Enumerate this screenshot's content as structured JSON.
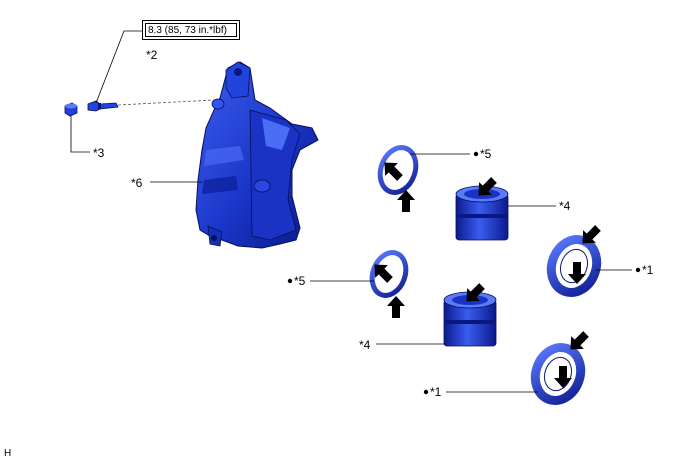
{
  "torque_spec": "8.3 (85, 73 in.*lbf)",
  "labels": {
    "c1a": "*1",
    "c1b": "*1",
    "c2": "*2",
    "c3": "*3",
    "c4a": "*4",
    "c4b": "*4",
    "c5a": "*5",
    "c5b": "*5",
    "c6": "*6"
  },
  "corner_code": "H",
  "colors": {
    "part_dark": "#0a1a8a",
    "part_mid": "#1e3fd6",
    "part_light": "#4a6cf0",
    "arrow": "#000000",
    "line": "#000000"
  }
}
